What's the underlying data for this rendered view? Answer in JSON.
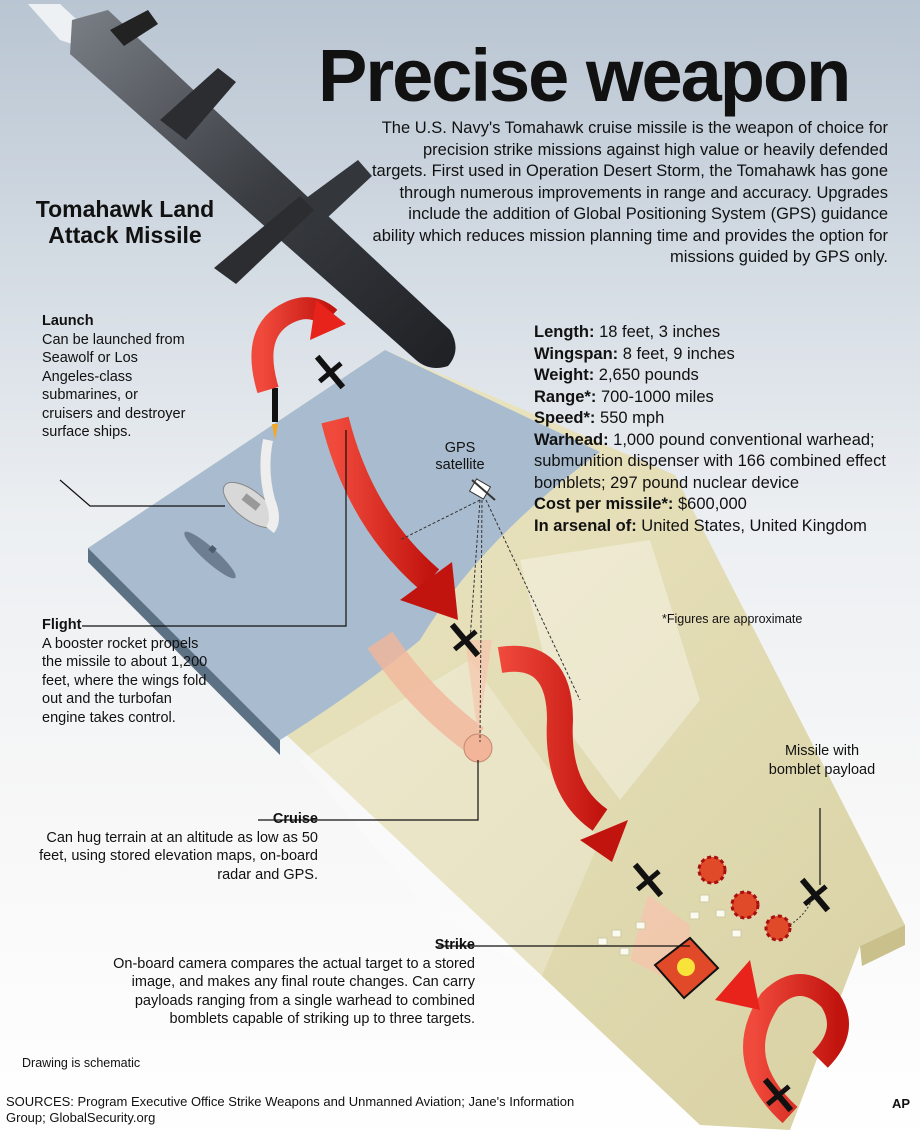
{
  "title": "Precise weapon",
  "intro": "The U.S. Navy's Tomahawk cruise missile is the weapon of choice for precision strike missions against high value or heavily defended targets. First used in Operation Desert Storm, the Tomahawk has gone through numerous improvements in range and accuracy. Upgrades include the addition of Global Positioning System (GPS) guidance ability which reduces mission planning time and provides the option for missions guided by GPS only.",
  "missile_name": "Tomahawk Land Attack Missile",
  "specs": [
    {
      "label": "Length:",
      "value": "18 feet, 3 inches"
    },
    {
      "label": "Wingspan:",
      "value": "8 feet, 9 inches"
    },
    {
      "label": "Weight:",
      "value": "2,650 pounds"
    },
    {
      "label": "Range*:",
      "value": "700-1000 miles"
    },
    {
      "label": "Speed*:",
      "value": "550 mph"
    },
    {
      "label": "Warhead:",
      "value": "1,000 pound conventional warhead; submunition dispenser with 166 combined effect bomblets; 297 pound nuclear device"
    },
    {
      "label": "Cost per missile*:",
      "value": "$600,000"
    },
    {
      "label": "In arsenal of:",
      "value": "United States, United Kingdom"
    }
  ],
  "figures_note": "*Figures are approximate",
  "callouts": {
    "launch": {
      "heading": "Launch",
      "text": "Can be launched from  Seawolf or Los Angeles-class submarines, or cruisers and destroyer surface ships."
    },
    "flight": {
      "heading": "Flight",
      "text": "A booster rocket propels the missile to about 1,200 feet, where the wings fold out and the turbofan engine takes control."
    },
    "cruise": {
      "heading": "Cruise",
      "text": "Can hug terrain at an altitude as low as 50 feet, using stored elevation maps, on-board radar and GPS."
    },
    "strike": {
      "heading": "Strike",
      "text": "On-board camera compares the actual target to a stored image, and makes any final route changes. Can carry payloads ranging from a single warhead to combined bomblets capable of striking up to three targets."
    }
  },
  "gps_label": "GPS satellite",
  "bomblet_label": "Missile with bomblet payload",
  "schematic_note": "Drawing is schematic",
  "sources": "SOURCES: Program Executive Office Strike Weapons and Unmanned Aviation; Jane's Information Group; GlobalSecurity.org",
  "credit": "AP",
  "colors": {
    "sea": "#a9bccf",
    "land": "#e6e1bd",
    "arrow": "#e8231c",
    "missile": "#3a3d42"
  }
}
